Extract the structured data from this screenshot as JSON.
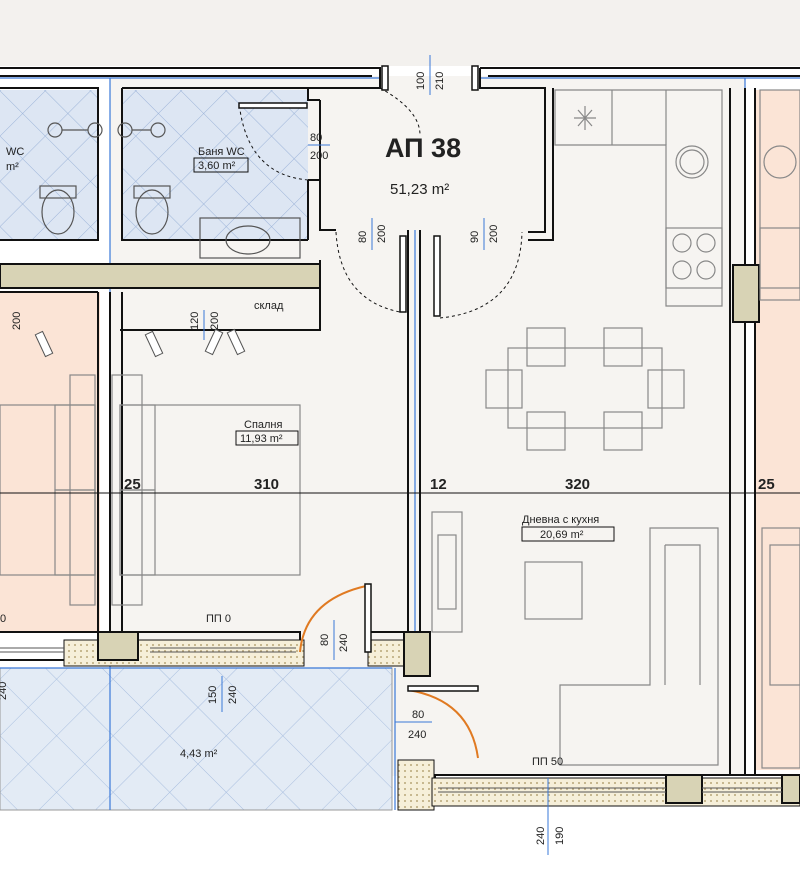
{
  "apartment": {
    "name": "АП 38",
    "area": "51,23 m²"
  },
  "rooms": {
    "wc_left": {
      "name": "WC",
      "area": "m²"
    },
    "bath": {
      "name": "Баня WC",
      "area": "3,60 m²"
    },
    "storage": {
      "name": "склад"
    },
    "bedroom": {
      "name": "Спалня",
      "area": "11,93 m²"
    },
    "living": {
      "name": "Дневна с кухня",
      "area": "20,69 m²"
    },
    "terrace": {
      "area": "4,43 m²"
    }
  },
  "dimensions": {
    "top_door_w": "100",
    "top_door_h": "210",
    "bath_door_w": "80",
    "bath_door_h": "200",
    "corr_door1_w": "80",
    "corr_door1_h": "200",
    "corr_door2_w": "90",
    "corr_door2_h": "200",
    "left_door_h": "200",
    "bed_door_w": "120",
    "bed_door_h": "200",
    "span_left": "25",
    "span_bed": "310",
    "span_mid": "12",
    "span_living": "320",
    "span_right": "25",
    "bal_door1_w": "80",
    "bal_door1_h": "240",
    "terrace_w": "150",
    "terrace_h": "240",
    "left_edge": "240",
    "bal_door2_w": "80",
    "bal_door2_h": "240",
    "bottom_h": "240",
    "bottom_w": "190"
  },
  "sills": {
    "left_pp": "0",
    "bed_pp": "ПП 0",
    "living_pp": "ПП 50"
  },
  "colors": {
    "wall_outline": "#111111",
    "blue_axis": "#3a78d8",
    "left_flat_fill": "#fbe4d6",
    "wet_tile_fill": "#dde6f3",
    "terrace_fill": "#e3ebf5",
    "apartment_fill": "#f6f4f1",
    "swing_door": "#e07a22",
    "column_fill": "#d8d3b5"
  }
}
